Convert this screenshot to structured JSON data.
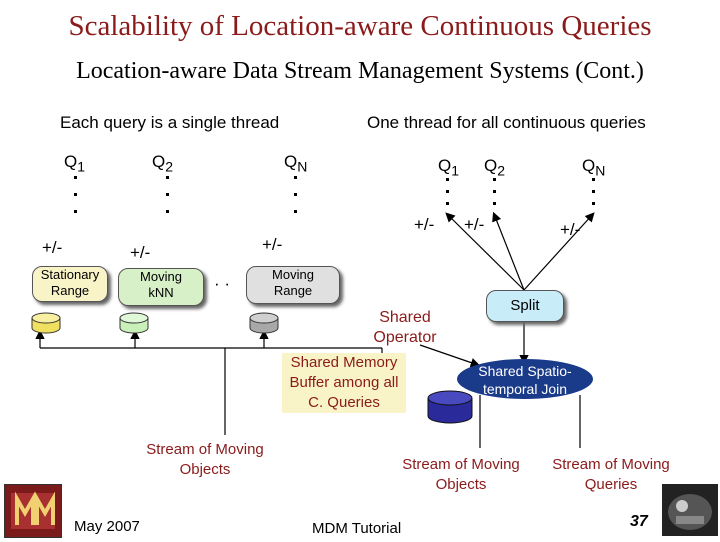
{
  "title": "Scalability of Location-aware Continuous Queries",
  "subtitle": "Location-aware Data Stream Management Systems (Cont.)",
  "left": {
    "heading": "Each query is a single thread",
    "q1": "Q",
    "q1_sub": "1",
    "q2": "Q",
    "q2_sub": "2",
    "qn": "Q",
    "qn_sub": "N",
    "pm": "+/-",
    "box_stationary": [
      "Stationary",
      "Range"
    ],
    "box_knn": [
      "Moving",
      "kNN"
    ],
    "box_range": [
      "Moving",
      "Range"
    ],
    "dots": "· ·",
    "stream": [
      "Stream of  Moving",
      "Objects"
    ]
  },
  "right": {
    "heading": "One thread for all continuous queries",
    "q1": "Q",
    "q1_sub": "1",
    "q2": "Q",
    "q2_sub": "2",
    "qn": "Q",
    "qn_sub": "N",
    "pm": "+/-",
    "split": "Split",
    "shared_operator": [
      "Shared",
      "Operator"
    ],
    "shared_memory": [
      "Shared Memory",
      "Buffer among all",
      "C. Queries"
    ],
    "shared_join": [
      "Shared Spatio-",
      "temporal Join"
    ],
    "stream_objects": [
      "Stream of  Moving",
      "Objects"
    ],
    "stream_queries": [
      "Stream of  Moving",
      "Queries"
    ]
  },
  "footer": {
    "date": "May 2007",
    "venue": "MDM Tutorial",
    "page": "37"
  },
  "colors": {
    "title": "#8b1a1a",
    "box_stationary": "#f8f4c8",
    "box_knn": "#d8f0c8",
    "box_range": "#e0e0e0",
    "split": "#c8ecf8",
    "join": "#1a3a8a",
    "cyl_yellow": "#f0e060",
    "cyl_green": "#c8f0b8",
    "cyl_gray": "#a8a8a8",
    "cyl_blue": "#2a2a9a"
  }
}
